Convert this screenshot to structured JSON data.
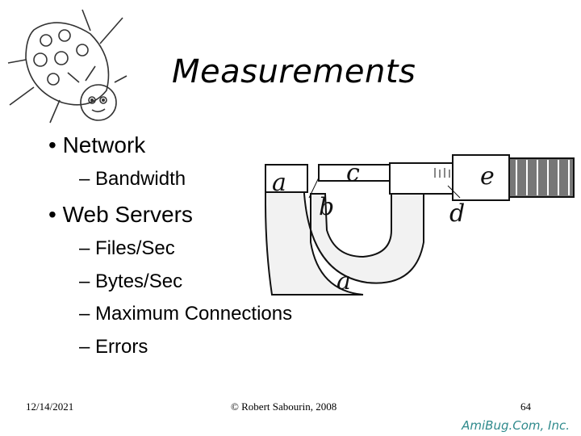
{
  "slide": {
    "title": "Measurements",
    "bullets": [
      {
        "text": "• Network",
        "subs": [
          "– Bandwidth"
        ]
      },
      {
        "text": "• Web Servers",
        "subs": [
          "– Files/Sec",
          "– Bytes/Sec",
          "– Maximum Connections",
          "– Errors"
        ]
      }
    ],
    "footer": {
      "date": "12/14/2021",
      "copyright": "© Robert Sabourin, 2008",
      "page": "64"
    },
    "brand": "AmiBug.Com, Inc.",
    "illustrations": [
      "ladybug-logo",
      "micrometer"
    ],
    "micrometer_labels": [
      "a",
      "b",
      "c",
      "d",
      "e",
      "a"
    ]
  }
}
